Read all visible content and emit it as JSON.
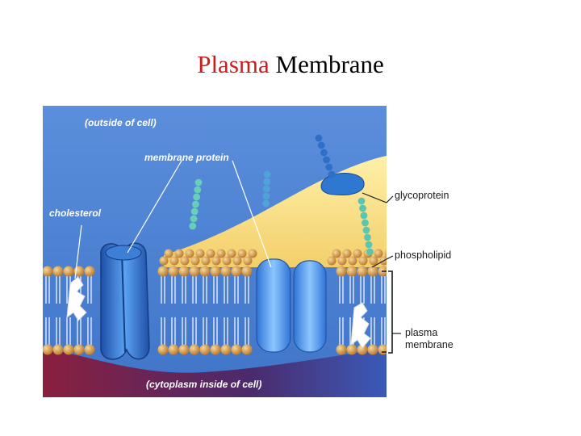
{
  "title": {
    "word1": "Plasma",
    "word2": "Membrane"
  },
  "diagram": {
    "label_outside": "(outside of cell)",
    "label_inside": "(cytoplasm inside of cell)",
    "label_membrane_protein": "membrane protein",
    "label_cholesterol": "cholesterol",
    "label_glycoprotein": "glycoprotein",
    "label_phospholipid": "phospholipid",
    "label_plasma_membrane": "plasma\nmembrane"
  },
  "colors": {
    "title_accent": "#c81e1e",
    "outside_bg": "#4f86d6",
    "cytoplasm": "#7a1d3a",
    "head": "#d69b3a",
    "protein": "#2f6fd0",
    "carbohydrate": "#63c8b0",
    "cholesterol": "#ffffff"
  }
}
